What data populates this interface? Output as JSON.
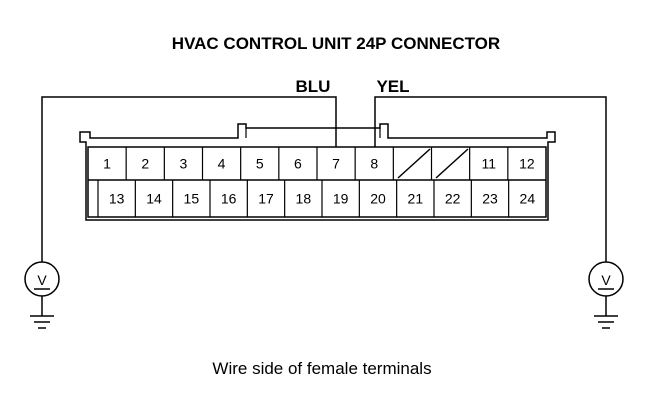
{
  "title": "HVAC CONTROL UNIT 24P CONNECTOR",
  "wires": {
    "left": "BLU",
    "right": "YEL"
  },
  "connector": {
    "top_row": [
      "1",
      "2",
      "3",
      "4",
      "5",
      "6",
      "7",
      "8",
      "",
      "",
      "11",
      "12"
    ],
    "bottom_row": [
      "13",
      "14",
      "15",
      "16",
      "17",
      "18",
      "19",
      "20",
      "21",
      "22",
      "23",
      "24"
    ]
  },
  "meters": {
    "left_symbol": "V",
    "right_symbol": "V"
  },
  "caption": "Wire side of female terminals"
}
